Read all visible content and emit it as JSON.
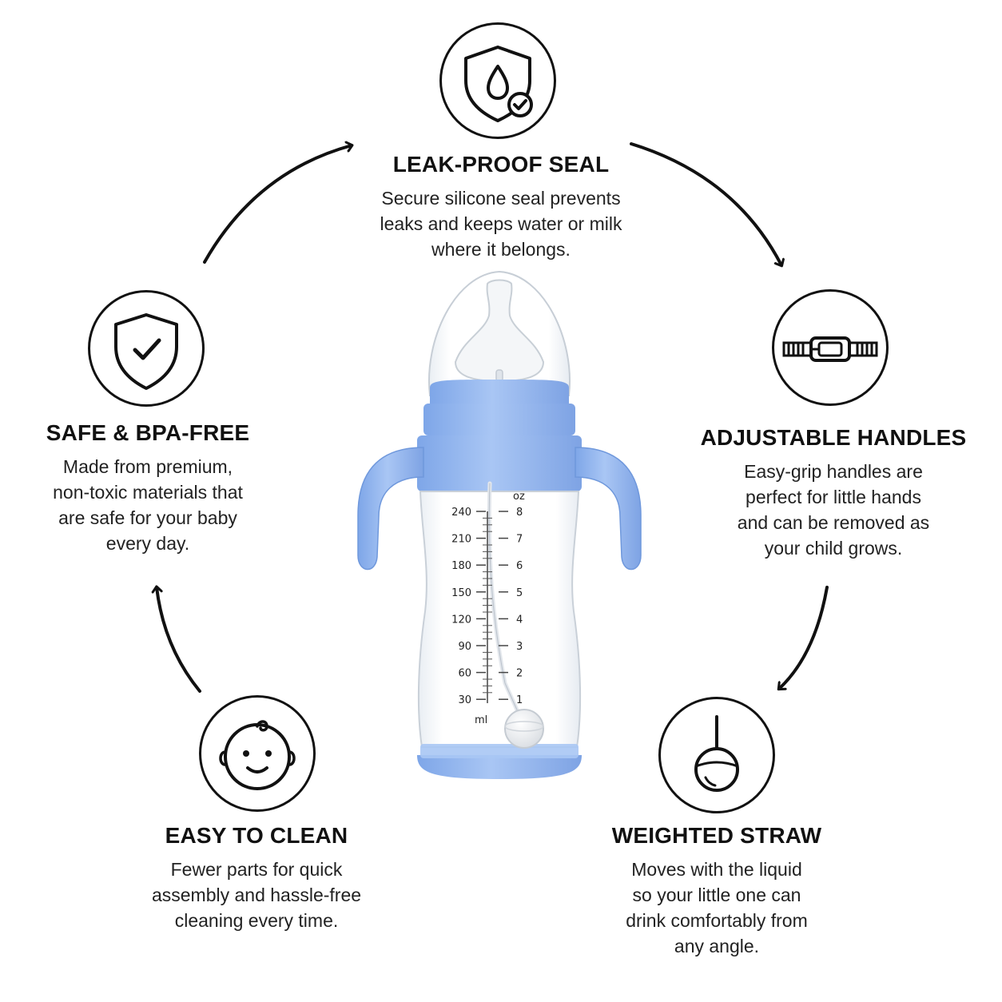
{
  "features": {
    "leak_proof": {
      "title": "LEAK-PROOF SEAL",
      "lines": [
        "Secure silicone seal prevents",
        "leaks and keeps water or milk",
        "where it belongs."
      ],
      "icon": "shield-water-drop-check-icon"
    },
    "safe": {
      "title": "SAFE & BPA-FREE",
      "lines": [
        "Made from premium,",
        "non-toxic materials that",
        "are safe for your baby",
        "every day."
      ],
      "icon": "shield-check-icon"
    },
    "handles": {
      "title": "ADJUSTABLE HANDLES",
      "lines": [
        "Easy-grip handles are",
        "perfect for little hands",
        "and can be removed as",
        "your child grows."
      ],
      "icon": "buckle-strap-icon"
    },
    "clean": {
      "title": "EASY TO CLEAN",
      "lines": [
        "Fewer parts for quick",
        "assembly and hassle-free",
        "cleaning every time."
      ],
      "icon": "baby-face-icon"
    },
    "straw": {
      "title": "WEIGHTED STRAW",
      "lines": [
        "Moves with the liquid",
        "so your little one can",
        "drink comfortably from",
        "any angle."
      ],
      "icon": "weighted-ball-straw-icon"
    }
  },
  "bottle": {
    "accent_color": "#8fb4ee",
    "ml_unit": "ml",
    "oz_unit": "oz",
    "ml_marks": [
      "240",
      "210",
      "180",
      "150",
      "120",
      "90",
      "60",
      "30"
    ],
    "oz_marks": [
      "8",
      "7",
      "6",
      "5",
      "4",
      "3",
      "2",
      "1"
    ]
  },
  "colors": {
    "text": "#111111",
    "bottle_blue": "#8fb4ee",
    "bottle_blue_dark": "#6f98dc"
  }
}
